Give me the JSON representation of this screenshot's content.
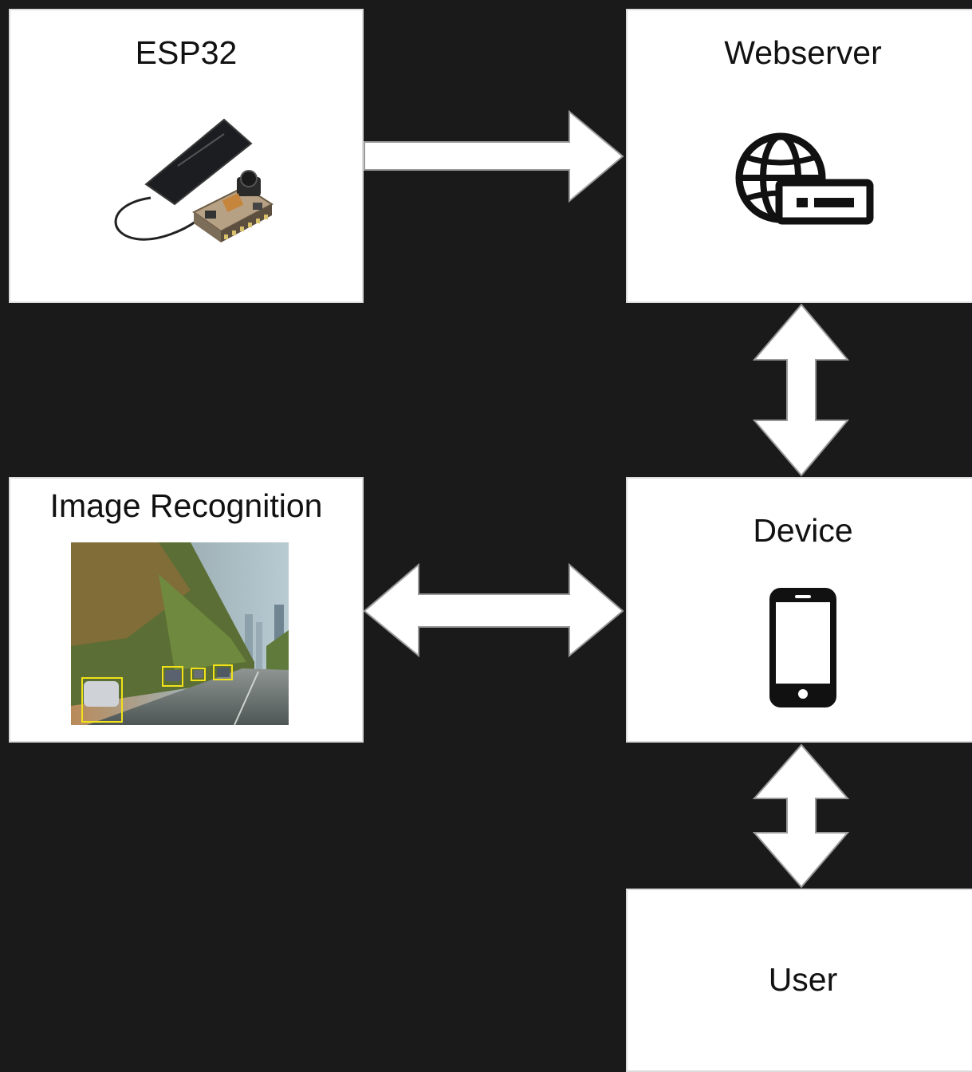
{
  "colors": {
    "background": "#1b1a1b",
    "node_fill": "#ffffff",
    "node_border": "#dcdcdc",
    "arrow_fill": "#ffffff",
    "arrow_stroke": "#9a9a9a",
    "detection_box": "#f2e21a"
  },
  "nodes": {
    "esp32": {
      "title": "ESP32",
      "icon": "esp32-camera-board-photo"
    },
    "webserver": {
      "title": "Webserver",
      "icon": "globe-server-icon"
    },
    "image_recognition": {
      "title": "Image Recognition",
      "icon": "street-scene-detection-photo"
    },
    "device": {
      "title": "Device",
      "icon": "smartphone-icon"
    },
    "user": {
      "title": "User"
    }
  },
  "edges": [
    {
      "from": "esp32",
      "to": "webserver",
      "direction": "one-way"
    },
    {
      "from": "webserver",
      "to": "device",
      "direction": "two-way"
    },
    {
      "from": "image_recognition",
      "to": "device",
      "direction": "two-way"
    },
    {
      "from": "device",
      "to": "user",
      "direction": "two-way"
    }
  ]
}
